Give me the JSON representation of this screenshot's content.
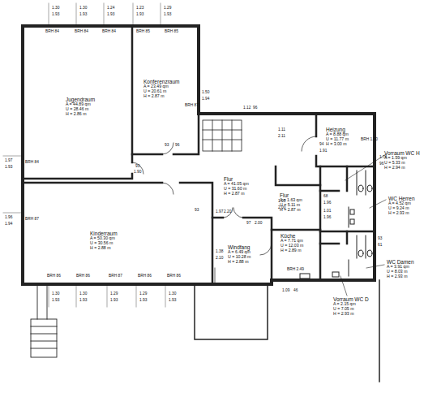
{
  "diagram": {
    "nodes": [
      {
        "text": [
          "Jugendraum",
          "A = 44.89 qm",
          "U = 28.46 m",
          "H = 2.86 m"
        ]
      },
      {
        "text": [
          "Konferenzraum",
          "A = 23.49 qm",
          "U = 20.61 m",
          "H = 2.87 m"
        ]
      },
      {
        "text": [
          "Heizung",
          "A = 8.88 qm",
          "U = 11.77 m",
          "H = 3.00 m"
        ]
      },
      {
        "text": [
          "Flur",
          "A = 41.05 qm",
          "U = 31.60 m",
          "H = 2.87 m"
        ]
      },
      {
        "text": [
          "Flur",
          "A = 1.63 qm",
          "U = 5.11 m",
          "H = 2.87 m"
        ]
      },
      {
        "text": [
          "Vorraum WC H",
          "A = 1.59 qm",
          "U = 5.33 m",
          "H = 2.94 m"
        ]
      },
      {
        "text": [
          "WC Herren",
          "A = 4.52 qm",
          "U = 9.24 m",
          "H = 2.93 m"
        ]
      },
      {
        "text": [
          "Kinderraum",
          "A = 50.30 qm",
          "U = 30.56 m",
          "H = 2.88 m"
        ]
      },
      {
        "text": [
          "Windfang",
          "A = 6.49 qm",
          "U = 10.28 m",
          "H = 2.88 m"
        ]
      },
      {
        "text": [
          "Küche",
          "A = 7.71 qm",
          "U = 12.03 m",
          "H = 2.89 m"
        ]
      },
      {
        "text": [
          "WC Damen",
          "A = 3.91 qm",
          "U = 8.03 m",
          "H = 2.93 m"
        ]
      },
      {
        "text": [
          "Vorraum WC D",
          "A = 2.15 qm",
          "U = 7.05 m",
          "H = 2.93 m"
        ]
      }
    ],
    "labels": [
      "BRH 84",
      "BRH 84",
      "BRH 84",
      "BRH 85",
      "BRH 85",
      "1.30",
      "1.93",
      "1.30",
      "1.93",
      "1.24",
      "1.93",
      "1.23",
      "1.93",
      "1.29",
      "1.93",
      "1.97",
      "1.93",
      "BRH 84",
      "1.96",
      "1.94",
      "BRH 87",
      "BRH 86",
      "BRH 86",
      "BRH 87",
      "BRH 86",
      "BRH 86",
      "1.30",
      "1.93",
      "1.30",
      "1.93",
      "1.29",
      "1.93",
      "1.29",
      "1.93",
      "1.30",
      "1.93",
      "93",
      "1.90",
      "1.50",
      "1.94",
      "BRH 87",
      "93",
      "96",
      "1.12",
      "96",
      "1.11",
      "2.11",
      "94",
      "1.91",
      "1.76",
      "96",
      "BRH 1.90",
      "1.97",
      "2.20",
      "93",
      "97",
      "2.00",
      "1.00",
      "2.00",
      "68",
      "1.96",
      "1.01",
      "1.96",
      "BRH 2.49",
      "1.09",
      "46",
      "1.38",
      "2.10",
      "93",
      "61"
    ]
  }
}
